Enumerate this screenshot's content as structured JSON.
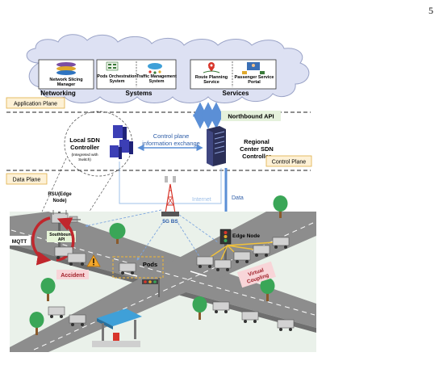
{
  "page_number": "5",
  "cloud": {
    "groups": [
      {
        "title": "Networking",
        "items": [
          "Network Slicing",
          "Manager"
        ]
      },
      {
        "title": "Systems",
        "items": [
          "Pods Orchestration",
          "System",
          "Traffic Management",
          "System"
        ]
      },
      {
        "title": "Services",
        "items": [
          "Route Planning",
          "Service",
          "Passenger Service",
          "Portal"
        ]
      }
    ]
  },
  "planes": {
    "application": "Application Plane",
    "control": "Control Plane",
    "data": "Data Plane"
  },
  "labels": {
    "northbound_api": "Northbound API",
    "local_sdn_l1": "Local SDN",
    "local_sdn_l2": "Controller",
    "local_sdn_note_l1": "(Integreted with",
    "local_sdn_note_l2": "Switch)",
    "control_info_l1": "Control plane",
    "control_info_l2": "information exchange",
    "regional_l1": "Regional",
    "regional_l2": "Center SDN",
    "regional_l3": "Controller",
    "internet": "Internet",
    "data": "Data",
    "rsu_l1": "RSU(Edge",
    "rsu_l2": "Node)",
    "southbound_l1": "Southbound",
    "southbound_l2": "API",
    "mqtt": "MQTT",
    "bs": "5G BS",
    "edge_node": "Edge Node",
    "pods": "Pods",
    "accident": "Accident",
    "virtual_l1": "Virtual",
    "virtual_l2": "Coupling"
  },
  "colors": {
    "cloud_fill": "#dde1f3",
    "plane_label_fill": "#fdf1d6",
    "plane_label_border": "#e0b046",
    "arrow_blue": "#5b8fd6",
    "road": "#8d8d8d",
    "grass": "#e3ece3",
    "red_arrow": "#c0272d"
  }
}
